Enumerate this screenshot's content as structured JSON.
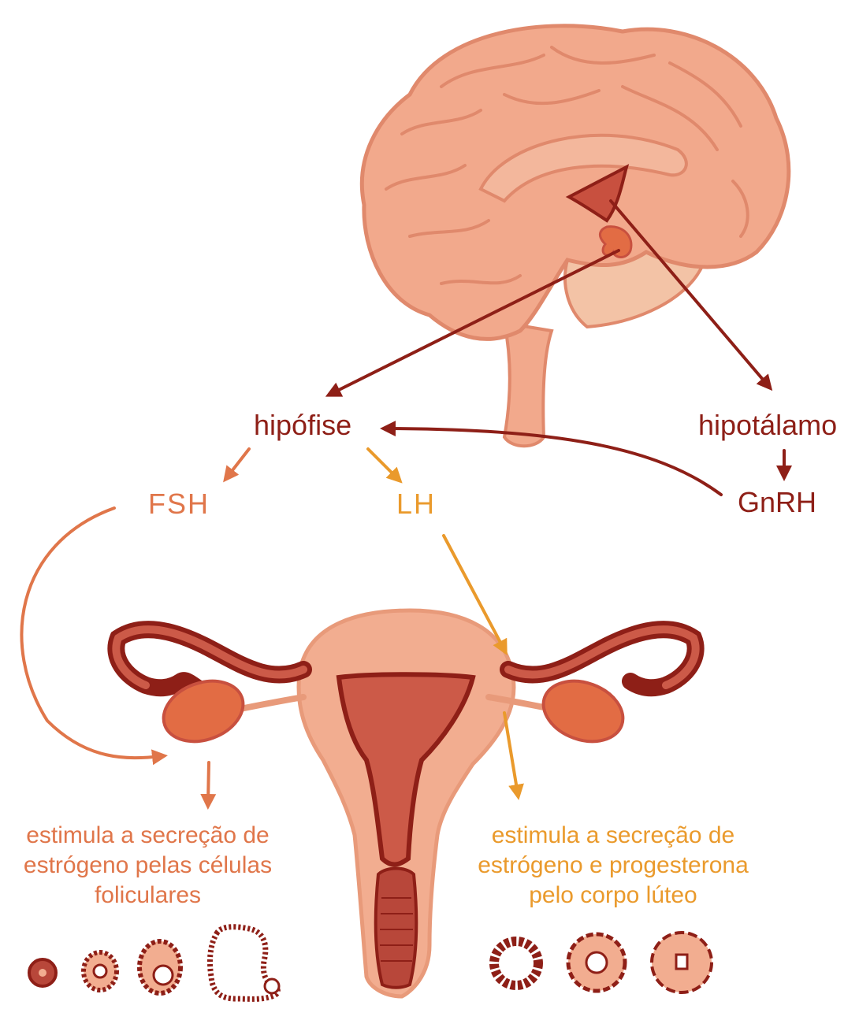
{
  "labels": {
    "hipofise": "hipófise",
    "hipotalamo": "hipotálamo",
    "gnrh": "GnRH",
    "fsh": "FSH",
    "lh": "LH"
  },
  "captions": {
    "left": "estimula a secreção de estrógeno pelas células foliculares",
    "right": "estimula a secreção de estrógeno e progesterona pelo corpo lúteo"
  },
  "colors": {
    "dark_red": "#8e1f17",
    "orange": "#e0764a",
    "gold": "#ea9a2c",
    "brain": "#f2a98c",
    "uterus_fill": "#f2ad90",
    "uterus_cavity": "#cc5a48",
    "ovary": "#e26c44"
  }
}
